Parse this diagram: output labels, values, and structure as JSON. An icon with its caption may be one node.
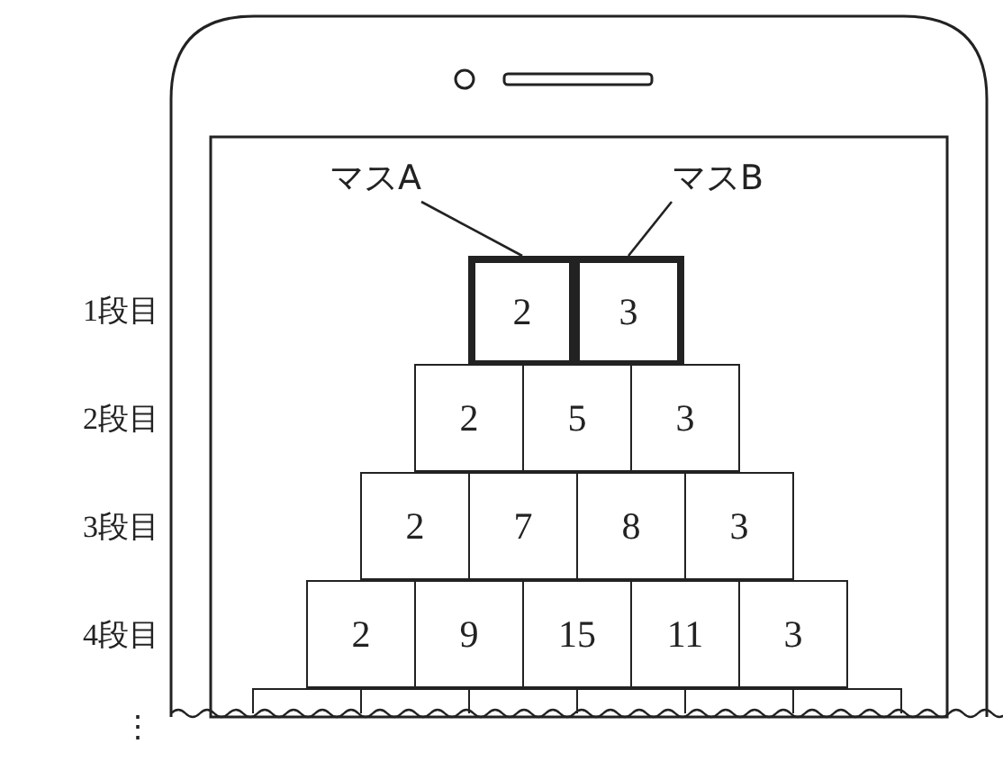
{
  "diagram": {
    "nodes": [
      {
        "text": [
          "マスA"
        ]
      },
      {
        "text": [
          "マスB"
        ]
      },
      {
        "text": [
          "2"
        ]
      },
      {
        "text": [
          "3"
        ]
      },
      {
        "text": [
          "2"
        ]
      },
      {
        "text": [
          "5"
        ]
      },
      {
        "text": [
          "3"
        ]
      },
      {
        "text": [
          "2"
        ]
      },
      {
        "text": [
          "7"
        ]
      },
      {
        "text": [
          "8"
        ]
      },
      {
        "text": [
          "3"
        ]
      },
      {
        "text": [
          "2"
        ]
      },
      {
        "text": [
          "9"
        ]
      },
      {
        "text": [
          "15"
        ]
      },
      {
        "text": [
          "11"
        ]
      },
      {
        "text": [
          "3"
        ]
      },
      {
        "text": [],
        "shape": "box"
      },
      {
        "text": [],
        "shape": "box"
      },
      {
        "text": [],
        "shape": "box"
      },
      {
        "text": [],
        "shape": "box"
      },
      {
        "text": [],
        "shape": "box"
      },
      {
        "text": [],
        "shape": "box"
      }
    ],
    "edges": [
      {
        "from": 0,
        "to": 2,
        "arrow": "none"
      },
      {
        "from": 1,
        "to": 3,
        "arrow": "none"
      }
    ],
    "labels": [
      "1段目",
      "2段目",
      "3段目",
      "4段目",
      "⋮"
    ]
  }
}
